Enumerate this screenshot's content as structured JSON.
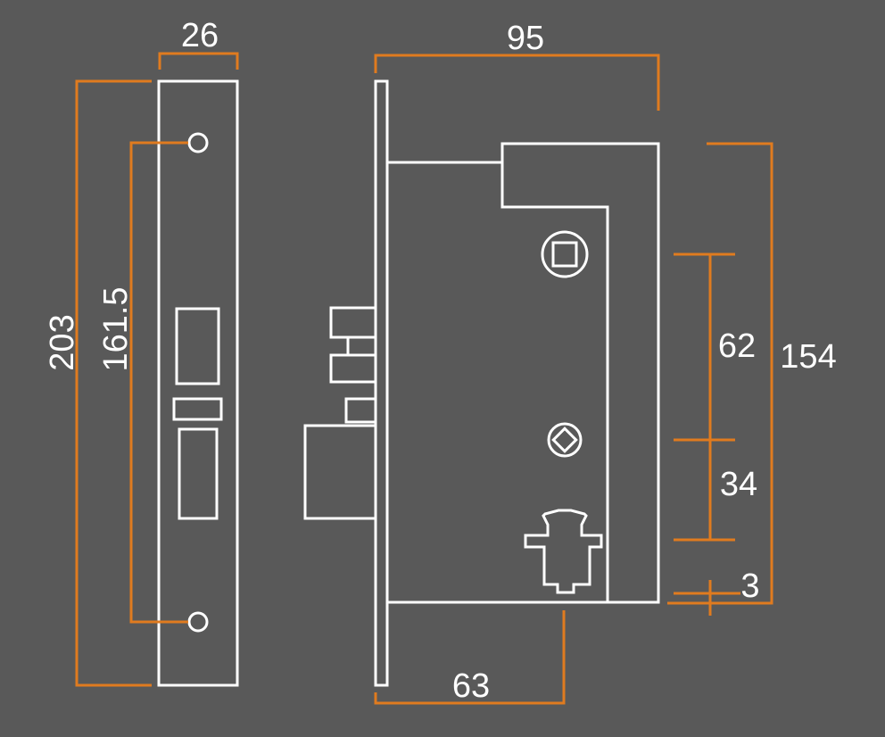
{
  "colors": {
    "background": "#595959",
    "outline": "#ffffff",
    "dimension_line": "#e07b1f",
    "text": "#ffffff"
  },
  "dimensions": {
    "faceplate_width": "26",
    "faceplate_height": "203",
    "screw_hole_spacing": "161.5",
    "body_width": "95",
    "backset": "63",
    "body_height": "154",
    "handle_to_cylinder": "62",
    "cylinder_to_bottom": "34",
    "bottom_offset": "3"
  }
}
